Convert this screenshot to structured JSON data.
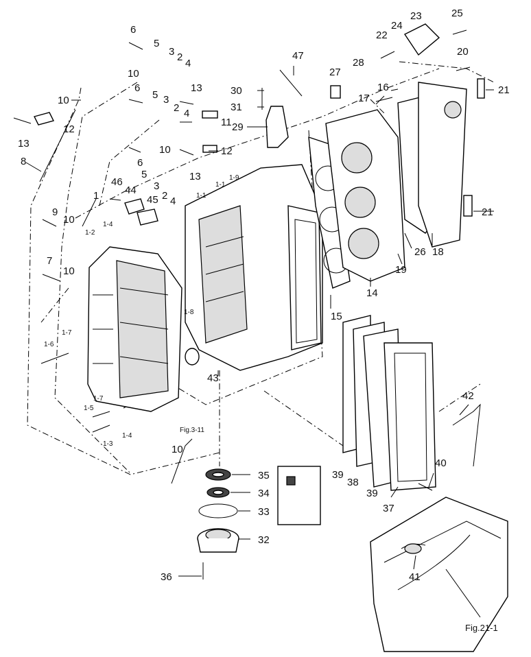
{
  "figure_ref": "Fig.21-1",
  "cross_ref": "Fig.3-11",
  "callouts": {
    "c1": "1",
    "c1_1": "1-1",
    "c1_2": "1-2",
    "c1_3": "1-3",
    "c1_4a": "1-4",
    "c1_4b": "1-4",
    "c1_5": "1-5",
    "c1_6": "1-6",
    "c1_7a": "1-7",
    "c1_7b": "1-7",
    "c1_8": "1-8",
    "c1_9": "1-9",
    "c2a": "2",
    "c2b": "2",
    "c2c": "2",
    "c3a": "3",
    "c3b": "3",
    "c3c": "3",
    "c4a": "4",
    "c4b": "4",
    "c4c": "4",
    "c5a": "5",
    "c5b": "5",
    "c5c": "5",
    "c6a": "6",
    "c6b": "6",
    "c6c": "6",
    "c7": "7",
    "c8": "8",
    "c9": "9",
    "c10a": "10",
    "c10b": "10",
    "c10c": "10",
    "c10d": "10",
    "c10e": "10",
    "c10f": "10",
    "c11": "11",
    "c12a": "12",
    "c12b": "12",
    "c13a": "13",
    "c13b": "13",
    "c13c": "13",
    "c14": "14",
    "c15": "15",
    "c16": "16",
    "c17": "17",
    "c18": "18",
    "c19": "19",
    "c20": "20",
    "c21a": "21",
    "c21b": "21",
    "c22": "22",
    "c23": "23",
    "c24": "24",
    "c25": "25",
    "c26": "26",
    "c27": "27",
    "c28": "28",
    "c29": "29",
    "c30": "30",
    "c31": "31",
    "c32": "32",
    "c33": "33",
    "c34": "34",
    "c35": "35",
    "c36": "36",
    "c37": "37",
    "c38": "38",
    "c39a": "39",
    "c39b": "39",
    "c40": "40",
    "c41": "41",
    "c42": "42",
    "c43": "43",
    "c44": "44",
    "c45": "45",
    "c46": "46",
    "c47": "47"
  }
}
